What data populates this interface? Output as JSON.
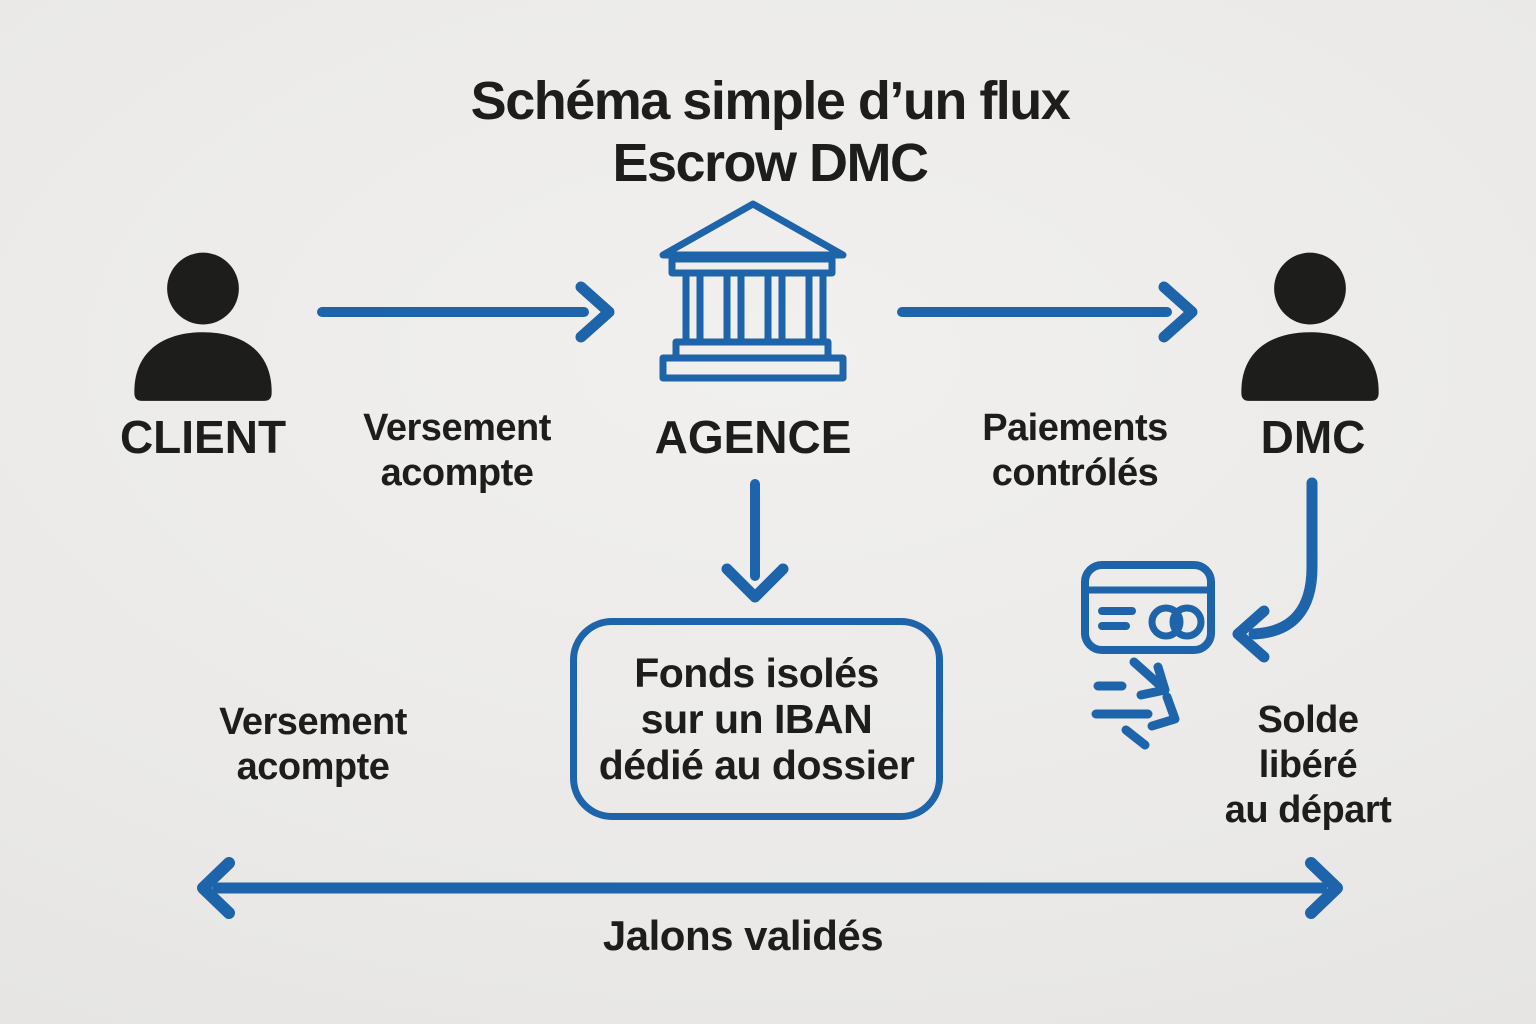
{
  "title": "Schéma simple d’un flux Escrow DMC",
  "colors": {
    "accent_blue": "#1e64ab",
    "ink_black": "#1d1d1b",
    "background_gray": "#eae9e7"
  },
  "actors": {
    "client": {
      "label": "CLIENT",
      "icon": "person-icon"
    },
    "agence": {
      "label": "AGENCE",
      "icon": "bank-icon"
    },
    "dmc": {
      "label": "DMC",
      "icon": "person-icon"
    }
  },
  "labels": {
    "client_to_agence": "Versement\nacompte",
    "agence_to_dmc": "Paiements\ncontrólés",
    "left_note": "Versement\nacompte",
    "solde": "Solde\nlibéré\nau départ",
    "jalons": "Jalons validés"
  },
  "escrow_box": {
    "text": "Fonds isolés\nsur un IBAN\ndédié au dossier"
  },
  "icons": {
    "card": "credit-card-icon",
    "transfer": "transfer-arrows-icon"
  }
}
